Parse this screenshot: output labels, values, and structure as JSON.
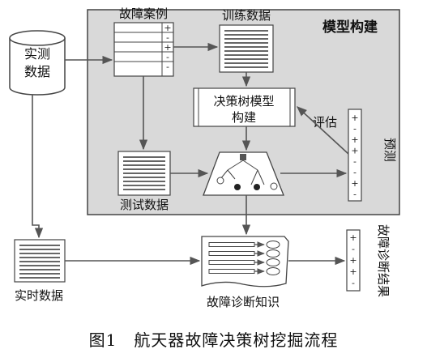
{
  "frame": {
    "title": "模型构建"
  },
  "nodes": {
    "measured_data": "实测\n数据",
    "fault_cases": "故障案例",
    "training_data": "训练数据",
    "decision_tree_build": "决策树模型\n构建",
    "evaluate": "评估",
    "predict": "预测",
    "test_data": "测试数据",
    "realtime_data": "实时数据",
    "fault_knowledge": "故障诊断知识",
    "diagnosis_result": "故障诊断结果"
  },
  "symbols": {
    "fault_case_marks": [
      "+",
      "-",
      "+",
      "-",
      "-"
    ],
    "predict_marks": [
      "+",
      "-",
      "+",
      "+",
      "-",
      "-",
      "+",
      "-"
    ],
    "result_marks": [
      "+",
      "-",
      "+",
      "+",
      "-"
    ]
  },
  "caption": "图1　航天器故障决策树挖掘流程"
}
